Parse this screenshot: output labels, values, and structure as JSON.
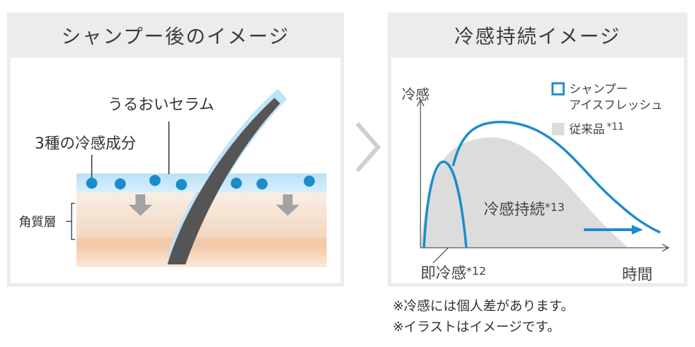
{
  "left_panel": {
    "title": "シャンプー後のイメージ",
    "label_serum": "うるおいセラム",
    "label_components": "3種の冷感成分",
    "label_stratum": "角質層"
  },
  "right_panel": {
    "title": "冷感持続イメージ",
    "y_axis_label": "冷感",
    "x_axis_label": "時間",
    "legend": [
      {
        "text": "シャンプー",
        "color": "#1a8ccc"
      },
      {
        "text": "アイスフレッシュ"
      },
      {
        "text": "従来品",
        "note": "*11",
        "color": "#d9d9d9"
      }
    ],
    "annotation_sustained": {
      "text": "冷感持続",
      "note": "*13"
    },
    "annotation_immediate": {
      "text": "即冷感",
      "note": "*12"
    }
  },
  "footnotes": [
    "※冷感には個人差があります。",
    "※イラストはイメージです。"
  ],
  "colors": {
    "panel_bg": "#ececec",
    "accent_blue": "#1a8ccc",
    "serum_light": "#cfe9f9",
    "hair": "#555555",
    "conventional_fill": "#d9d9d9",
    "skin_top": "#f8e7d6",
    "skin_bottom": "#f3c8a8"
  }
}
